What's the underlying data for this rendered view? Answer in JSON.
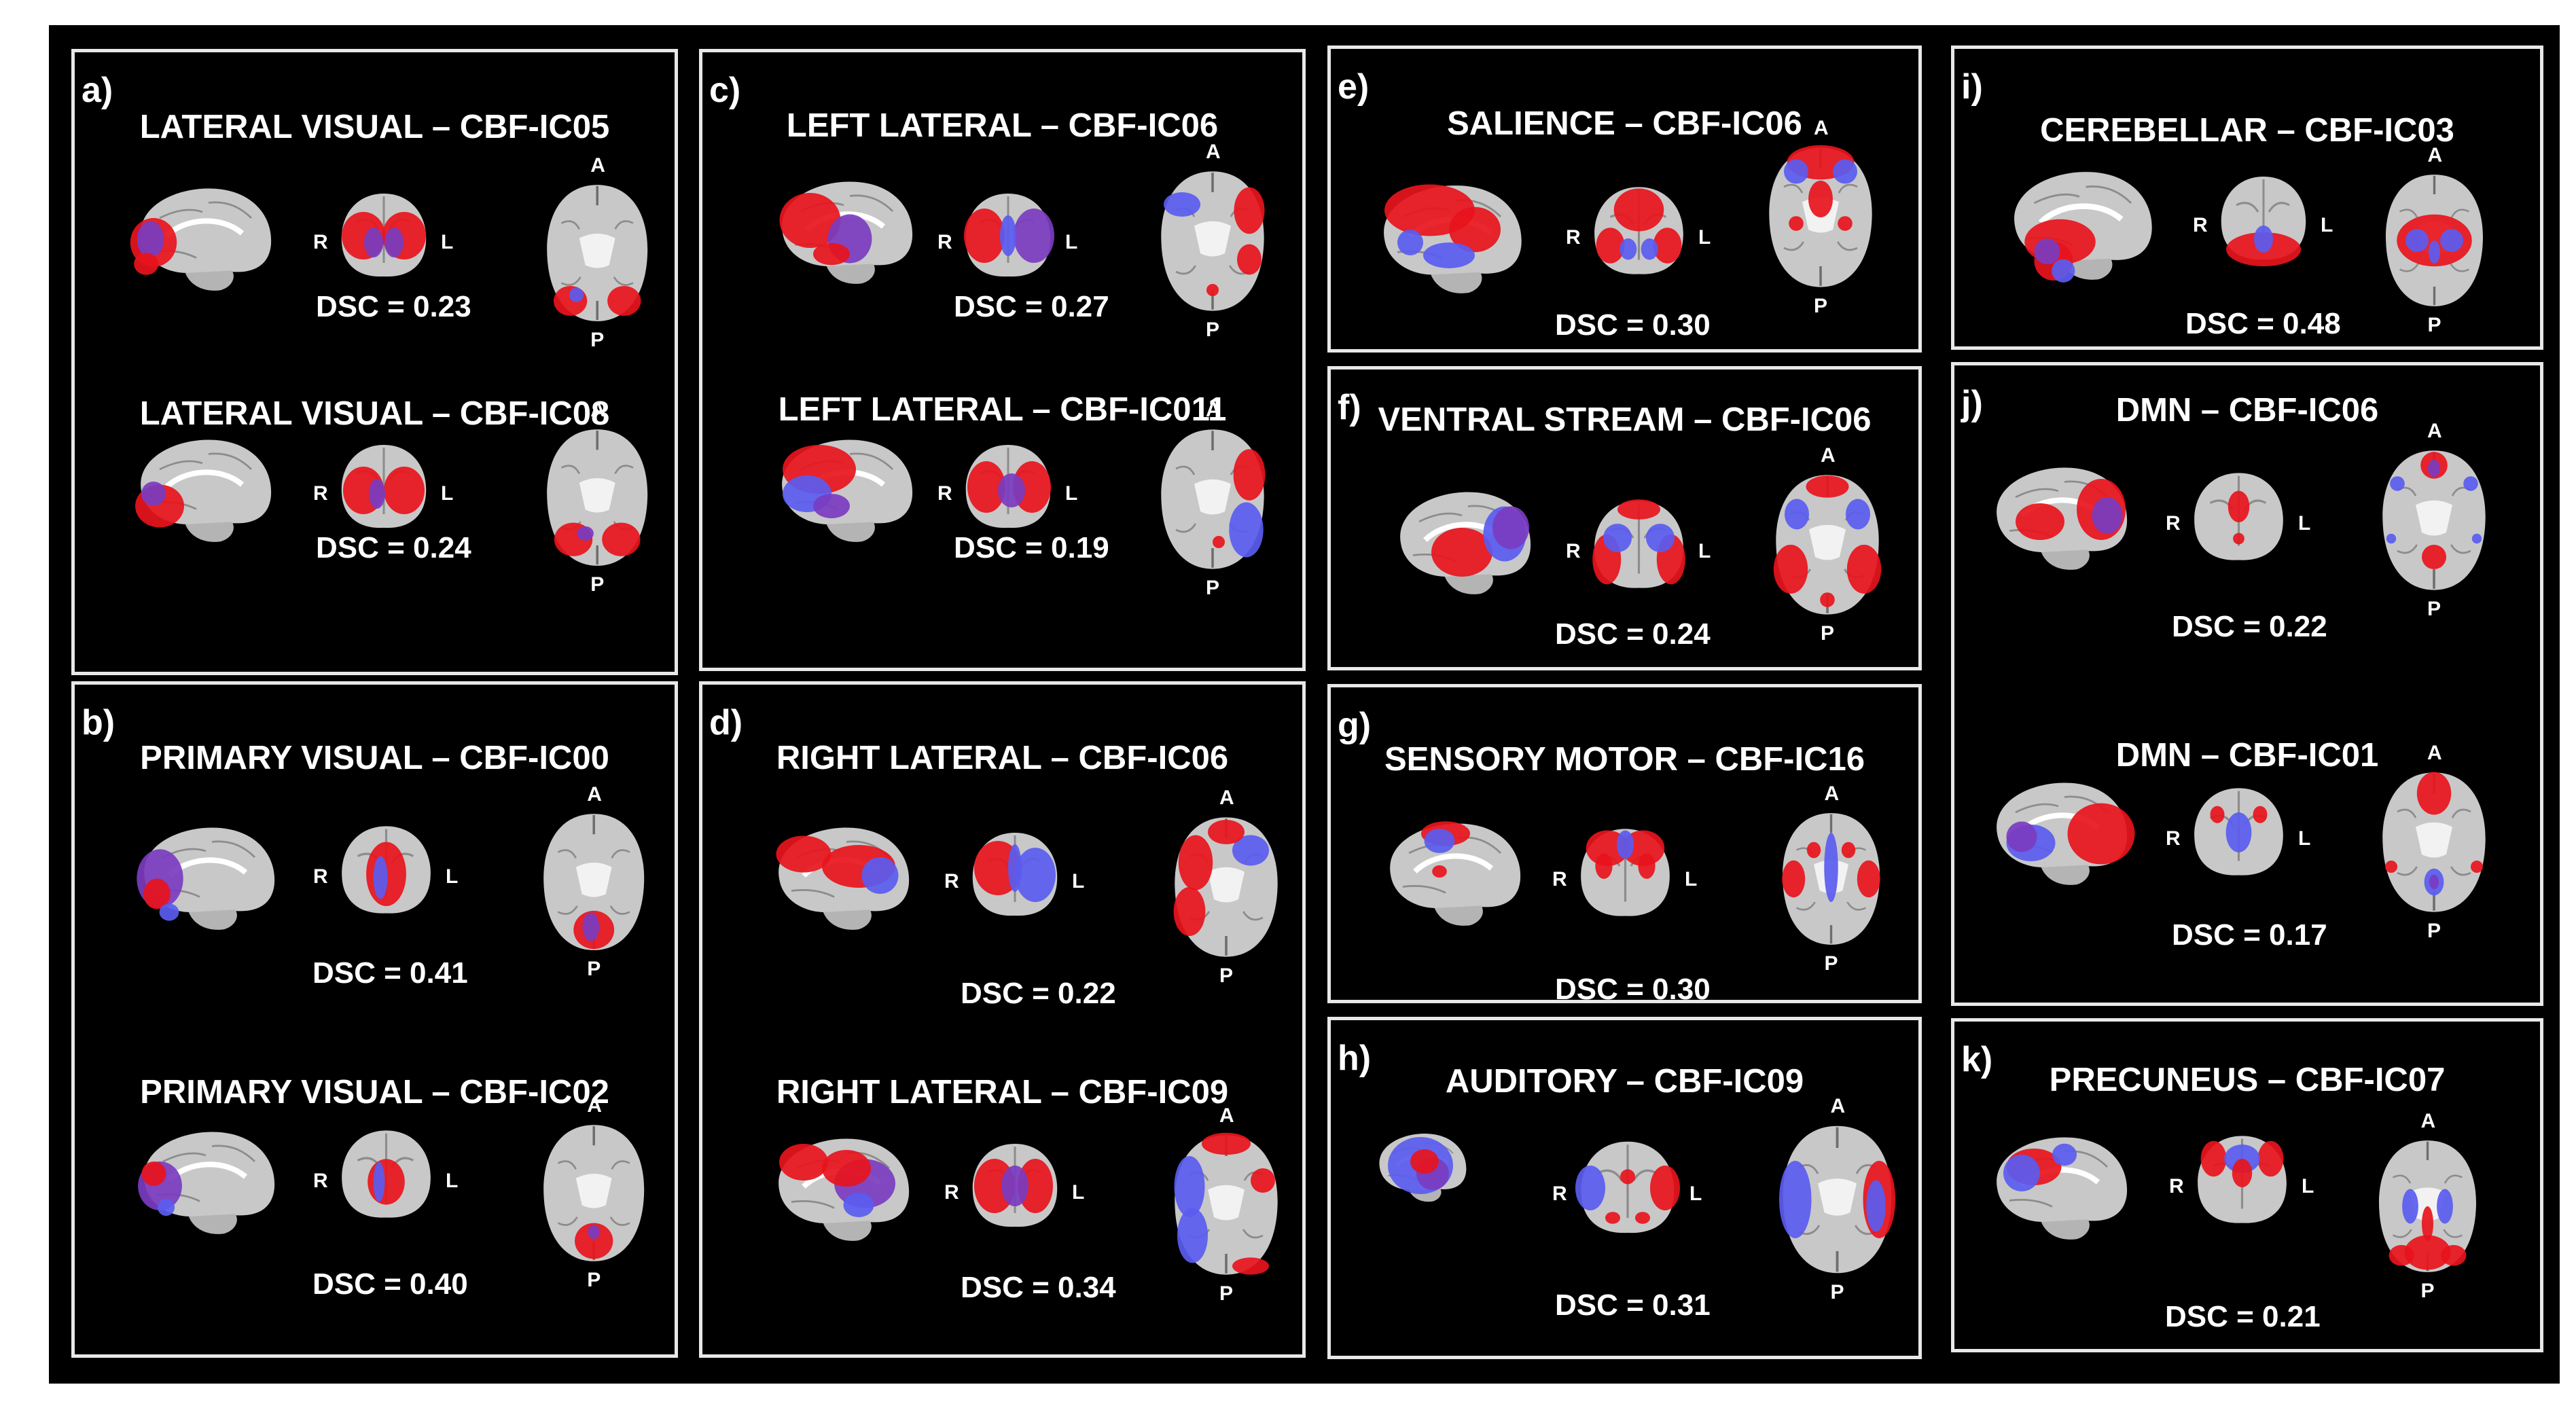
{
  "panels": [
    {
      "label": "a)",
      "rows": [
        {
          "title": "LATERAL VISUAL – CBF-IC05",
          "dsc": "DSC = 0.23"
        },
        {
          "title": "LATERAL VISUAL – CBF-IC08",
          "dsc": "DSC = 0.24"
        }
      ]
    },
    {
      "label": "b)",
      "rows": [
        {
          "title": "PRIMARY VISUAL – CBF-IC00",
          "dsc": "DSC = 0.41"
        },
        {
          "title": "PRIMARY VISUAL – CBF-IC02",
          "dsc": "DSC = 0.40"
        }
      ]
    },
    {
      "label": "c)",
      "rows": [
        {
          "title": "LEFT LATERAL – CBF-IC06",
          "dsc": "DSC = 0.27"
        },
        {
          "title": "LEFT LATERAL – CBF-IC011",
          "dsc": "DSC = 0.19"
        }
      ]
    },
    {
      "label": "d)",
      "rows": [
        {
          "title": "RIGHT LATERAL – CBF-IC06",
          "dsc": "DSC = 0.22"
        },
        {
          "title": "RIGHT LATERAL – CBF-IC09",
          "dsc": "DSC = 0.34"
        }
      ]
    },
    {
      "label": "e)",
      "rows": [
        {
          "title": "SALIENCE – CBF-IC06",
          "dsc": "DSC = 0.30"
        }
      ]
    },
    {
      "label": "f)",
      "rows": [
        {
          "title": "VENTRAL STREAM – CBF-IC06",
          "dsc": "DSC = 0.24"
        }
      ]
    },
    {
      "label": "g)",
      "rows": [
        {
          "title": "SENSORY MOTOR – CBF-IC16",
          "dsc": "DSC = 0.30"
        }
      ]
    },
    {
      "label": "h)",
      "rows": [
        {
          "title": "AUDITORY – CBF-IC09",
          "dsc": "DSC = 0.31"
        }
      ]
    },
    {
      "label": "i)",
      "rows": [
        {
          "title": "CEREBELLAR – CBF-IC03",
          "dsc": "DSC = 0.48"
        }
      ]
    },
    {
      "label": "j)",
      "rows": [
        {
          "title": "DMN – CBF-IC06",
          "dsc": "DSC = 0.22"
        },
        {
          "title": "DMN – CBF-IC01",
          "dsc": "DSC = 0.17"
        }
      ]
    },
    {
      "label": "k)",
      "rows": [
        {
          "title": "PRECUNEUS – CBF-IC07",
          "dsc": "DSC = 0.21"
        }
      ]
    }
  ],
  "orientation": {
    "right": "R",
    "left": "L",
    "anterior": "A",
    "posterior": "P"
  },
  "colors": {
    "background": "#000000",
    "border": "#e8e8e8",
    "text": "#ffffff",
    "red": "#e8141c",
    "blue": "#5a5cf0",
    "purple": "#7a3cc0",
    "brain": "#c8c8c8"
  }
}
